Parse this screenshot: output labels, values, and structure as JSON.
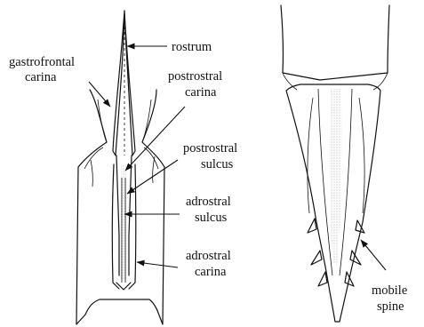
{
  "labels": {
    "rostrum": "rostrum",
    "gastrofrontal_1": "gastrofrontal",
    "gastrofrontal_2": "carina",
    "postrostral_carina_1": "postrostral",
    "postrostral_carina_2": "carina",
    "postrostral_sulcus_1": "postrostral",
    "postrostral_sulcus_2": "sulcus",
    "adrostral_sulcus_1": "adrostral",
    "adrostral_sulcus_2": "sulcus",
    "adrostral_carina_1": "adrostral",
    "adrostral_carina_2": "carina",
    "mobile_spine_1": "mobile",
    "mobile_spine_2": "spine"
  },
  "colors": {
    "ink": "#111111",
    "background": "#ffffff",
    "stipple": "#9a9a9a"
  }
}
